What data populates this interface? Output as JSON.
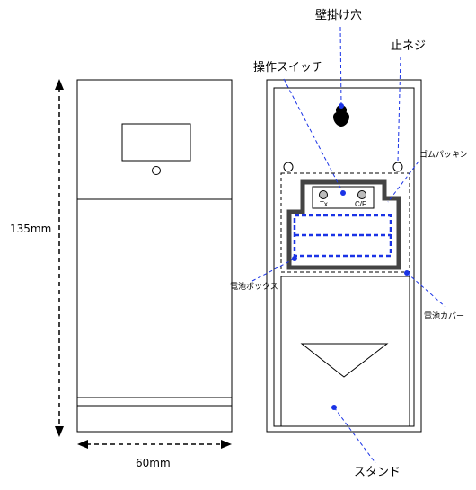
{
  "dimensions": {
    "height_label": "135mm",
    "width_label": "60mm"
  },
  "labels": {
    "wall_hook_hole": "壁掛け穴",
    "stop_screw": "止ネジ",
    "operation_switch": "操作スイッチ",
    "rubber_packing": "ゴムパッキン",
    "battery_box": "電池ボックス",
    "battery_cover": "電池カバー",
    "stand": "スタンド"
  },
  "buttons": {
    "tx": "Tx",
    "cf": "C/F"
  },
  "colors": {
    "outline": "#000000",
    "gasket": "#444444",
    "leader": "#1a33e6",
    "battery_dash": "#1a33e6"
  }
}
